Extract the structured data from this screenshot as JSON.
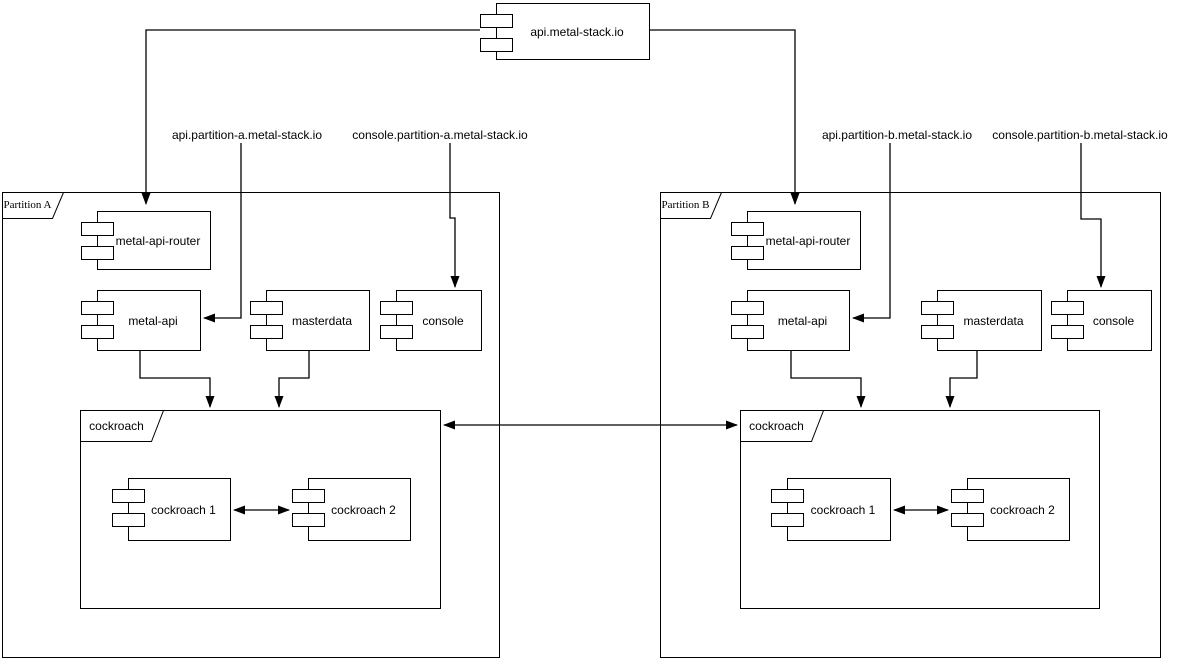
{
  "colors": {
    "stroke": "#000000",
    "fill": "#ffffff",
    "text": "#000000"
  },
  "root_component": {
    "label": "api.metal-stack.io"
  },
  "dns": {
    "api_a": {
      "label": "api.partition-a.metal-stack.io"
    },
    "console_a": {
      "label": "console.partition-a.metal-stack.io"
    },
    "api_b": {
      "label": "api.partition-b.metal-stack.io"
    },
    "console_b": {
      "label": "console.partition-b.metal-stack.io"
    }
  },
  "partition_a": {
    "title": "Partition A",
    "router": "metal-api-router",
    "api": "metal-api",
    "masterdata": "masterdata",
    "console": "console",
    "db_group": "cockroach",
    "db1": "cockroach 1",
    "db2": "cockroach 2"
  },
  "partition_b": {
    "title": "Partition B",
    "router": "metal-api-router",
    "api": "metal-api",
    "masterdata": "masterdata",
    "console": "console",
    "db_group": "cockroach",
    "db1": "cockroach 1",
    "db2": "cockroach 2"
  }
}
